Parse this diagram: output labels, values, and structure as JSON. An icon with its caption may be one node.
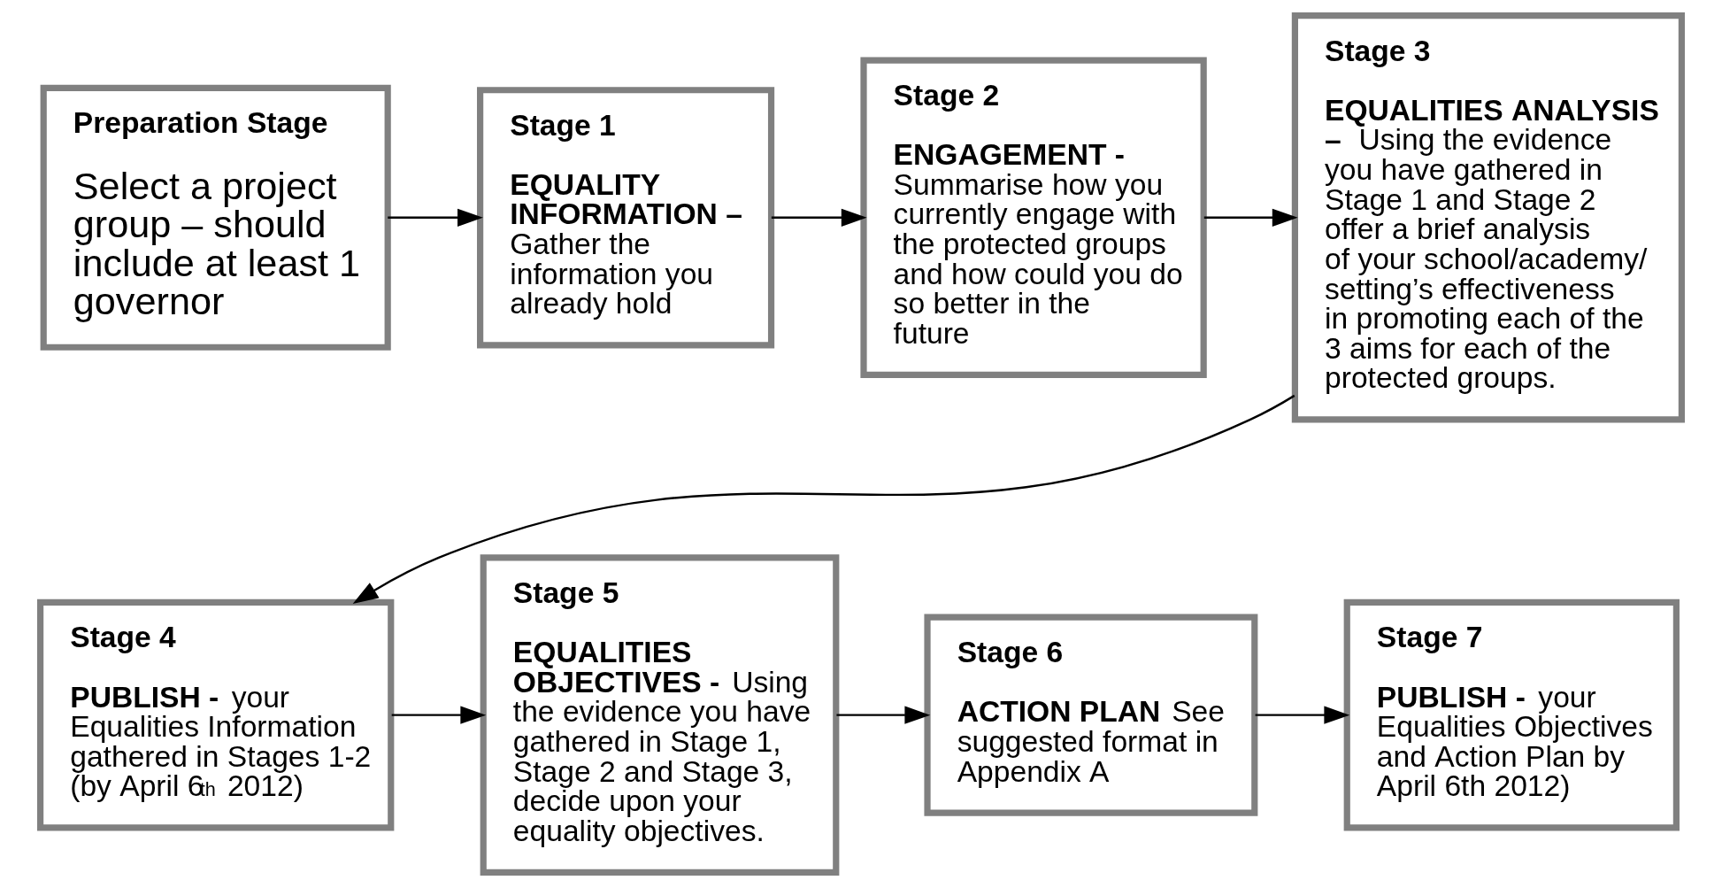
{
  "diagram": {
    "nodes": [
      {
        "text": [
          "Preparation Stage",
          "Select a project group – should include at least 1 governor"
        ]
      },
      {
        "text": [
          "Stage 1",
          "**EQUALITY INFORMATION –** Gather the information you already hold"
        ]
      },
      {
        "text": [
          "Stage 2",
          "**ENGAGEMENT -** Summarise how you currently engage with the protected groups and how could you do so better in the future"
        ]
      },
      {
        "text": [
          "Stage 3",
          "**EQUALITIES ANALYSIS –** Using the evidence you have gathered in Stage 1 and Stage 2 offer a brief analysis of your school/academy/ setting’s effectiveness in promoting each of the 3 aims for each of the protected groups."
        ]
      },
      {
        "text": [
          "Stage 4",
          "**PUBLISH -** your Equalities Information gathered in Stages 1-2 (by April 6$^{th}$ 2012)"
        ]
      },
      {
        "text": [
          "Stage 5",
          "**EQUALITIES OBJECTIVES -** Using the evidence you have gathered in Stage 1, Stage 2 and Stage 3, decide upon your equality objectives."
        ]
      },
      {
        "text": [
          "Stage 6",
          "**ACTION PLAN** See suggested format in Appendix A"
        ]
      },
      {
        "text": [
          "Stage 7",
          "**PUBLISH -** your Equalities Objectives and Action Plan by April 6th 2012)"
        ]
      }
    ],
    "edges": [
      {
        "from": 0,
        "to": 1,
        "arrow": "to"
      },
      {
        "from": 1,
        "to": 2,
        "arrow": "to"
      },
      {
        "from": 2,
        "to": 3,
        "arrow": "to"
      },
      {
        "from": 3,
        "to": 4,
        "arrow": "to"
      },
      {
        "from": 4,
        "to": 5,
        "arrow": "to"
      },
      {
        "from": 5,
        "to": 6,
        "arrow": "to"
      },
      {
        "from": 6,
        "to": 7,
        "arrow": "to"
      }
    ]
  }
}
